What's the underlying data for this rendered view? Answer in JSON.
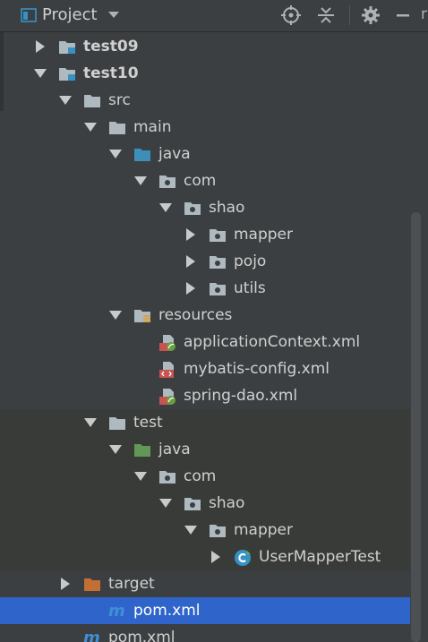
{
  "toolbar": {
    "project_icon": "project-window-icon",
    "title": "Project",
    "dropdown_icon": "chevron-down-icon",
    "locate_icon": "crosshair-icon",
    "collapse_icon": "collapse-all-icon",
    "settings_icon": "gear-icon",
    "hide_icon": "minimize-icon",
    "overflow_text": "r"
  },
  "tree": {
    "rows": [
      {
        "label": "test09",
        "bold": true,
        "depth": 0,
        "arrow": "collapsed",
        "icon": "module-folder-icon"
      },
      {
        "label": "test10",
        "bold": true,
        "depth": 0,
        "arrow": "expanded",
        "icon": "module-folder-icon"
      },
      {
        "label": "src",
        "depth": 1,
        "arrow": "expanded",
        "icon": "folder-icon"
      },
      {
        "label": "main",
        "depth": 2,
        "arrow": "expanded",
        "icon": "folder-icon"
      },
      {
        "label": "java",
        "depth": 3,
        "arrow": "expanded",
        "icon": "source-root-folder-icon"
      },
      {
        "label": "com",
        "depth": 4,
        "arrow": "expanded",
        "icon": "package-icon"
      },
      {
        "label": "shao",
        "depth": 5,
        "arrow": "expanded",
        "icon": "package-icon"
      },
      {
        "label": "mapper",
        "depth": 6,
        "arrow": "collapsed",
        "icon": "package-icon"
      },
      {
        "label": "pojo",
        "depth": 6,
        "arrow": "collapsed",
        "icon": "package-icon"
      },
      {
        "label": "utils",
        "depth": 6,
        "arrow": "collapsed",
        "icon": "package-icon"
      },
      {
        "label": "resources",
        "depth": 3,
        "arrow": "expanded",
        "icon": "resources-folder-icon"
      },
      {
        "label": "applicationContext.xml",
        "depth": 4,
        "arrow": "none",
        "icon": "spring-xml-file-icon"
      },
      {
        "label": "mybatis-config.xml",
        "depth": 4,
        "arrow": "none",
        "icon": "xml-file-icon"
      },
      {
        "label": "spring-dao.xml",
        "depth": 4,
        "arrow": "none",
        "icon": "spring-xml-file-icon"
      },
      {
        "label": "test",
        "depth": 2,
        "arrow": "expanded",
        "icon": "folder-icon",
        "alt": true
      },
      {
        "label": "java",
        "depth": 3,
        "arrow": "expanded",
        "icon": "test-root-folder-icon",
        "alt": true
      },
      {
        "label": "com",
        "depth": 4,
        "arrow": "expanded",
        "icon": "package-icon",
        "alt": true
      },
      {
        "label": "shao",
        "depth": 5,
        "arrow": "expanded",
        "icon": "package-icon",
        "alt": true
      },
      {
        "label": "mapper",
        "depth": 6,
        "arrow": "expanded",
        "icon": "package-icon",
        "alt": true
      },
      {
        "label": "UserMapperTest",
        "depth": 7,
        "arrow": "collapsed",
        "icon": "test-class-icon",
        "alt": true
      },
      {
        "label": "target",
        "depth": 1,
        "arrow": "collapsed",
        "icon": "excluded-folder-icon"
      },
      {
        "label": "pom.xml",
        "depth": 2,
        "arrow": "none",
        "icon": "maven-file-icon",
        "selected": true
      },
      {
        "label": "pom.xml",
        "depth": 1,
        "arrow": "none",
        "icon": "maven-file-icon"
      }
    ]
  },
  "colors": {
    "background": "#3c3f41",
    "selection": "#2f65ca",
    "text": "#d0d0d0",
    "folder": "#aeb9c0",
    "source_root": "#3d8fb9",
    "test_root": "#629755",
    "excluded": "#c26e34",
    "maven": "#3f8fd6",
    "module_marker": "#3592c4"
  }
}
